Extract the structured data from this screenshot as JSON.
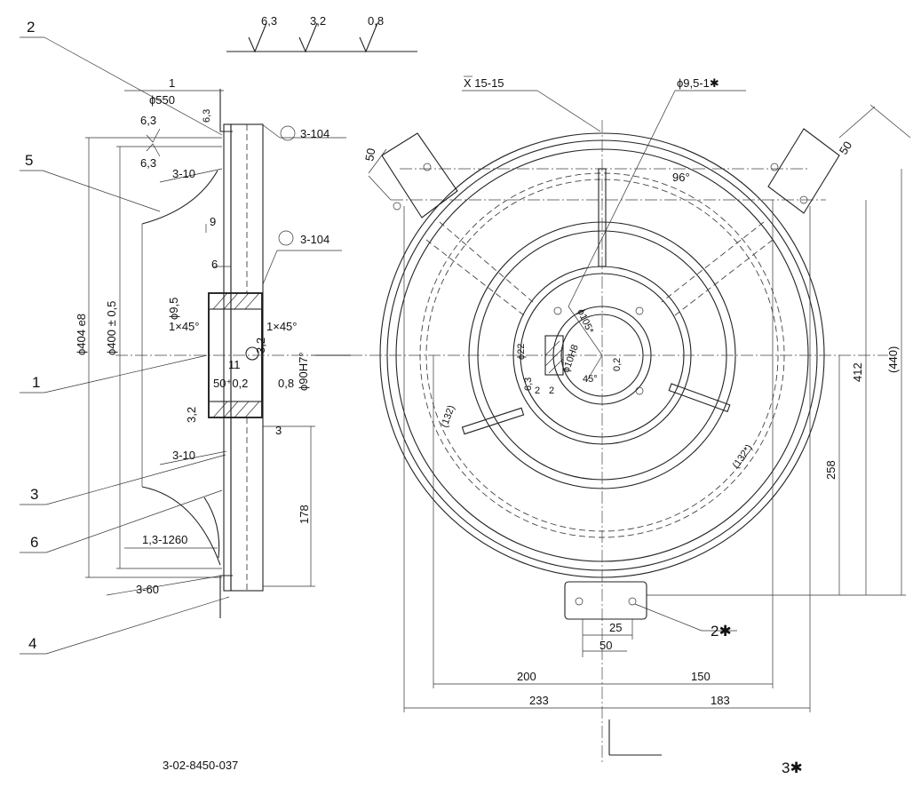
{
  "roughness": [
    "6,3",
    "3,2",
    "0,8"
  ],
  "callouts": [
    "2",
    "5",
    "1",
    "3",
    "6",
    "4"
  ],
  "section_view": {
    "dim_phi550": "ϕ550",
    "dim_1": "1",
    "rough_63_top": "6,3",
    "rough_63_a": "6,3",
    "rough_63_b": "6,3",
    "weld_3_104_a": "3-104",
    "weld_3_10_a": "3-10",
    "dim_9": "9",
    "dim_6": "6",
    "weld_3_104_b": "3-104",
    "dim_phi9_5": "ϕ9,5",
    "chamfer_left": "1×45°",
    "chamfer_right": "1×45°",
    "rough_3_2_a": "3,2",
    "dim_11": "11",
    "dim_50": "50⁺0,2",
    "rough_0_8": "0,8",
    "dim_phi90": "ϕ90H7°",
    "rough_3_2_b": "3,2",
    "dim_3": "3",
    "weld_3_10_b": "3-10",
    "dim_178": "178",
    "weld_1_3_1260": "1,3-1260",
    "weld_3_60": "3-60",
    "dim_phi404": "ϕ404 e8",
    "dim_phi400": "ϕ400 ± 0,5"
  },
  "front_view": {
    "view_label": "X 15-15",
    "hole_label": "ϕ9,5-1✱",
    "angle_96": "96°",
    "dim_50_left": "50",
    "dim_50_right": "50",
    "dim_phi22": "ϕ22",
    "dim_6_3": "6,3",
    "dim_phi105": "ϕ105*",
    "dim_phi10": "ϕ10H8",
    "dim_02": "0,2",
    "dim_2a": "2",
    "dim_2b": "2",
    "angle_45": "45°",
    "dim_132_left": "(132)",
    "dim_132_right": "(132*)",
    "dim_412": "412",
    "dim_440": "(440)",
    "dim_258": "258",
    "dim_25": "25",
    "dim_50_bottom": "50",
    "dim_200": "200",
    "dim_150": "150",
    "dim_233": "233",
    "dim_183": "183",
    "mark_2": "2✱",
    "mark_3": "3✱"
  },
  "drawing_number": "3-02-8450-037"
}
